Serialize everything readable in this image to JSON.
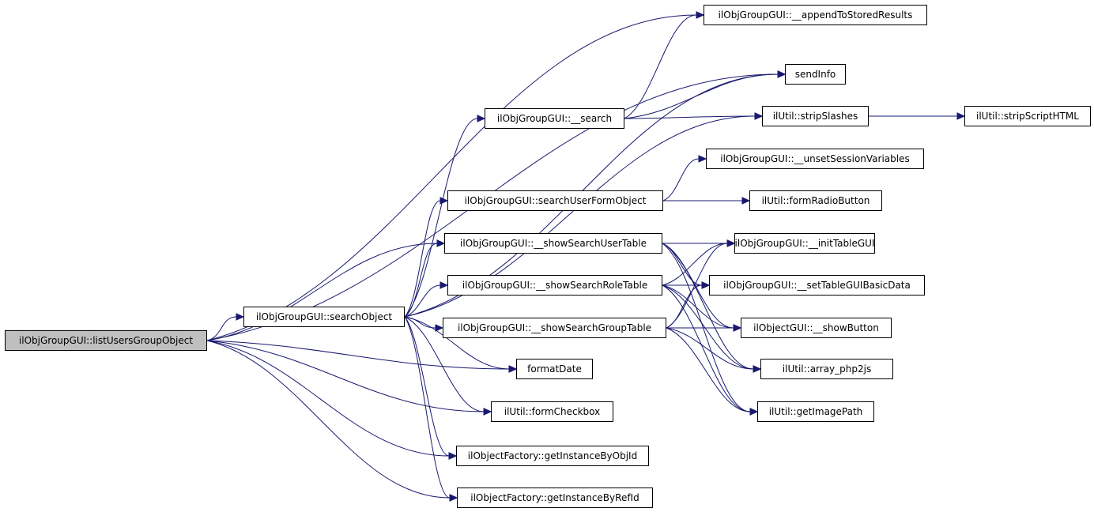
{
  "graph": {
    "type": "call-graph",
    "root": "listUsersGroupObject",
    "nodes": [
      {
        "id": "listUsersGroupObject",
        "label": "ilObjGroupGUI::listUsersGroupObject",
        "highlighted": true
      },
      {
        "id": "searchObject",
        "label": "ilObjGroupGUI::searchObject"
      },
      {
        "id": "appendToStoredResults",
        "label": "ilObjGroupGUI::__appendToStoredResults"
      },
      {
        "id": "sendInfo",
        "label": "sendInfo"
      },
      {
        "id": "search",
        "label": "ilObjGroupGUI::__search"
      },
      {
        "id": "stripSlashes",
        "label": "ilUtil::stripSlashes"
      },
      {
        "id": "stripScriptHTML",
        "label": "ilUtil::stripScriptHTML"
      },
      {
        "id": "unsetSessionVariables",
        "label": "ilObjGroupGUI::__unsetSessionVariables"
      },
      {
        "id": "searchUserFormObject",
        "label": "ilObjGroupGUI::searchUserFormObject"
      },
      {
        "id": "formRadioButton",
        "label": "ilUtil::formRadioButton"
      },
      {
        "id": "showSearchUserTable",
        "label": "ilObjGroupGUI::__showSearchUserTable"
      },
      {
        "id": "initTableGUI",
        "label": "ilObjGroupGUI::__initTableGUI"
      },
      {
        "id": "showSearchRoleTable",
        "label": "ilObjGroupGUI::__showSearchRoleTable"
      },
      {
        "id": "setTableGUIBasicData",
        "label": "ilObjGroupGUI::__setTableGUIBasicData"
      },
      {
        "id": "showSearchGroupTable",
        "label": "ilObjGroupGUI::__showSearchGroupTable"
      },
      {
        "id": "showButton",
        "label": "ilObjectGUI::__showButton"
      },
      {
        "id": "formatDate",
        "label": "formatDate"
      },
      {
        "id": "array_php2js",
        "label": "ilUtil::array_php2js"
      },
      {
        "id": "formCheckbox",
        "label": "ilUtil::formCheckbox"
      },
      {
        "id": "getImagePath",
        "label": "ilUtil::getImagePath"
      },
      {
        "id": "getInstanceByObjId",
        "label": "ilObjectFactory::getInstanceByObjId"
      },
      {
        "id": "getInstanceByRefId",
        "label": "ilObjectFactory::getInstanceByRefId"
      }
    ],
    "edges": [
      [
        "listUsersGroupObject",
        "appendToStoredResults"
      ],
      [
        "listUsersGroupObject",
        "sendInfo"
      ],
      [
        "listUsersGroupObject",
        "searchObject"
      ],
      [
        "listUsersGroupObject",
        "showSearchUserTable"
      ],
      [
        "listUsersGroupObject",
        "formatDate"
      ],
      [
        "listUsersGroupObject",
        "formCheckbox"
      ],
      [
        "listUsersGroupObject",
        "getInstanceByObjId"
      ],
      [
        "listUsersGroupObject",
        "getInstanceByRefId"
      ],
      [
        "searchObject",
        "sendInfo"
      ],
      [
        "searchObject",
        "search"
      ],
      [
        "searchObject",
        "stripSlashes"
      ],
      [
        "searchObject",
        "searchUserFormObject"
      ],
      [
        "searchObject",
        "showSearchUserTable"
      ],
      [
        "searchObject",
        "showSearchRoleTable"
      ],
      [
        "searchObject",
        "showSearchGroupTable"
      ],
      [
        "searchObject",
        "formatDate"
      ],
      [
        "searchObject",
        "formCheckbox"
      ],
      [
        "searchObject",
        "getInstanceByObjId"
      ],
      [
        "searchObject",
        "getInstanceByRefId"
      ],
      [
        "search",
        "appendToStoredResults"
      ],
      [
        "search",
        "sendInfo"
      ],
      [
        "search",
        "stripSlashes"
      ],
      [
        "stripSlashes",
        "stripScriptHTML"
      ],
      [
        "searchUserFormObject",
        "unsetSessionVariables"
      ],
      [
        "searchUserFormObject",
        "formRadioButton"
      ],
      [
        "showSearchUserTable",
        "initTableGUI"
      ],
      [
        "showSearchUserTable",
        "setTableGUIBasicData"
      ],
      [
        "showSearchUserTable",
        "showButton"
      ],
      [
        "showSearchUserTable",
        "array_php2js"
      ],
      [
        "showSearchUserTable",
        "getImagePath"
      ],
      [
        "showSearchRoleTable",
        "initTableGUI"
      ],
      [
        "showSearchRoleTable",
        "setTableGUIBasicData"
      ],
      [
        "showSearchRoleTable",
        "showButton"
      ],
      [
        "showSearchRoleTable",
        "array_php2js"
      ],
      [
        "showSearchRoleTable",
        "getImagePath"
      ],
      [
        "showSearchGroupTable",
        "initTableGUI"
      ],
      [
        "showSearchGroupTable",
        "setTableGUIBasicData"
      ],
      [
        "showSearchGroupTable",
        "showButton"
      ],
      [
        "showSearchGroupTable",
        "array_php2js"
      ],
      [
        "showSearchGroupTable",
        "getImagePath"
      ]
    ]
  }
}
